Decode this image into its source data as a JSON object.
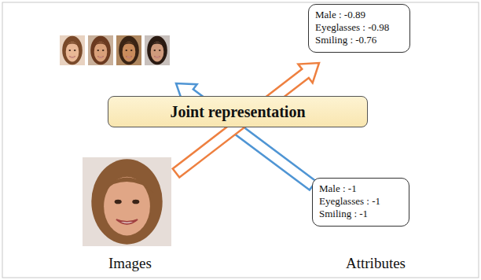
{
  "diagram": {
    "nodes": [
      {
        "text": [
          "Male : -0.89",
          "Eyeglasses : -0.98",
          "Smiling : -0.76"
        ]
      },
      {
        "text": [
          "Joint representation"
        ]
      },
      {
        "text": [
          "Male : -1",
          "Eyeglasses : -1",
          "Smiling : -1"
        ]
      }
    ],
    "labels": [
      "Images",
      "Attributes"
    ]
  }
}
